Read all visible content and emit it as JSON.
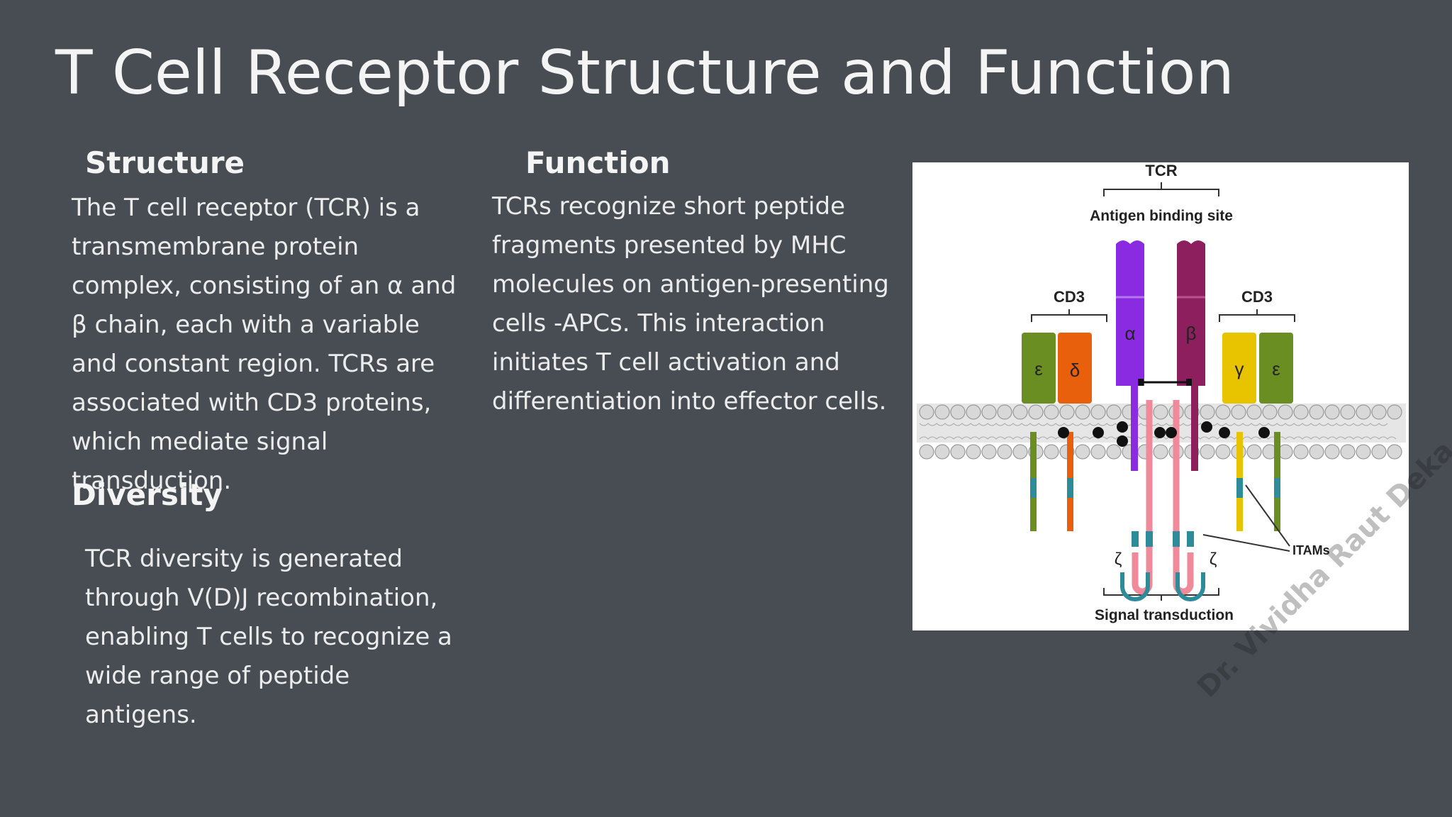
{
  "slide": {
    "title": "T Cell Receptor Structure and Function"
  },
  "structure": {
    "heading": "Structure",
    "text": "The T cell receptor (TCR) is a transmembrane protein complex, consisting of an α and β chain, each with a variable and constant region. TCRs are associated with CD3 proteins, which mediate signal transduction."
  },
  "function": {
    "heading": "Function",
    "text": "TCRs recognize short peptide fragments presented by MHC molecules on antigen-presenting cells -APCs. This interaction initiates T cell activation and differentiation into effector cells."
  },
  "diversity": {
    "heading": "Diversity",
    "text": "TCR diversity is generated through V(D)J recombination, enabling T cells to recognize a wide range of peptide antigens."
  },
  "diagram": {
    "tcr_label": "TCR",
    "antigen_site_label": "Antigen binding site",
    "cd3_left_label": "CD3",
    "cd3_right_label": "CD3",
    "alpha": "α",
    "beta": "β",
    "epsilon_left": "ε",
    "delta": "δ",
    "gamma": "γ",
    "epsilon_right": "ε",
    "zeta_left": "ζ",
    "zeta_right": "ζ",
    "itams_label": "ITAMs",
    "signal_label": "Signal transduction",
    "colors": {
      "alpha": "#8a2be2",
      "beta": "#8e1f5e",
      "epsilon": "#6b8e23",
      "delta": "#e8600c",
      "gamma": "#e8c400",
      "zeta": "#f08a9a",
      "itam": "#2e8b9a"
    }
  },
  "watermark": "Dr. Vividha Raut Deka"
}
